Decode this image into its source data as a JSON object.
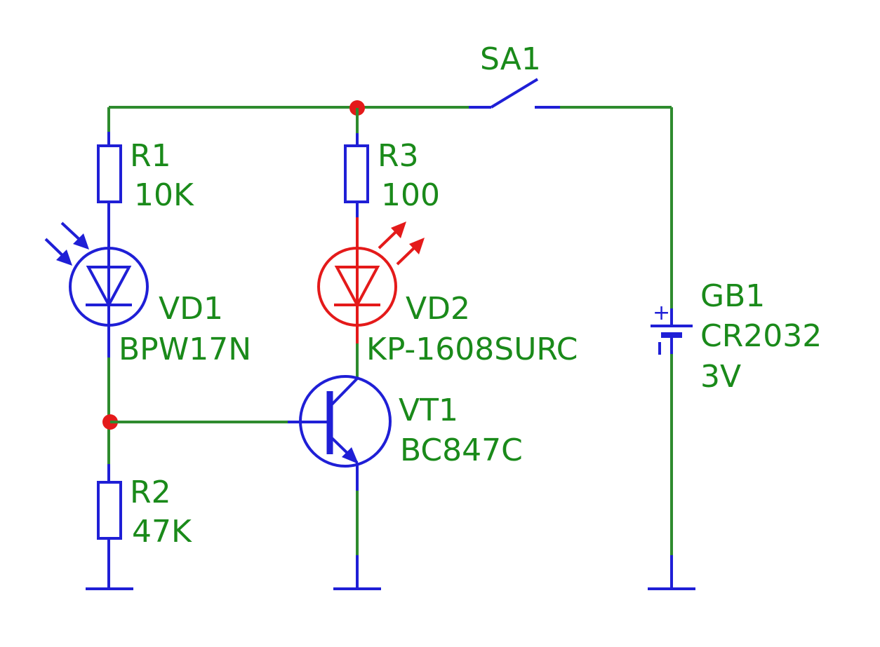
{
  "colors": {
    "wire": "#2e8b2e",
    "component": "#1f1fd6",
    "led": "#e41a1a",
    "junction": "#e41a1a",
    "label": "#1a8a1a",
    "background": "#ffffff"
  },
  "components": {
    "switch": {
      "ref": "SA1"
    },
    "r1": {
      "ref": "R1",
      "value": "10K"
    },
    "r2": {
      "ref": "R2",
      "value": "47K"
    },
    "r3": {
      "ref": "R3",
      "value": "100"
    },
    "vd1": {
      "ref": "VD1",
      "part": "BPW17N"
    },
    "vd2": {
      "ref": "VD2",
      "part": "KP-1608SURC"
    },
    "vt1": {
      "ref": "VT1",
      "part": "BC847C"
    },
    "gb1": {
      "ref": "GB1",
      "part": "CR2032",
      "voltage": "3V",
      "plus": "+"
    }
  }
}
